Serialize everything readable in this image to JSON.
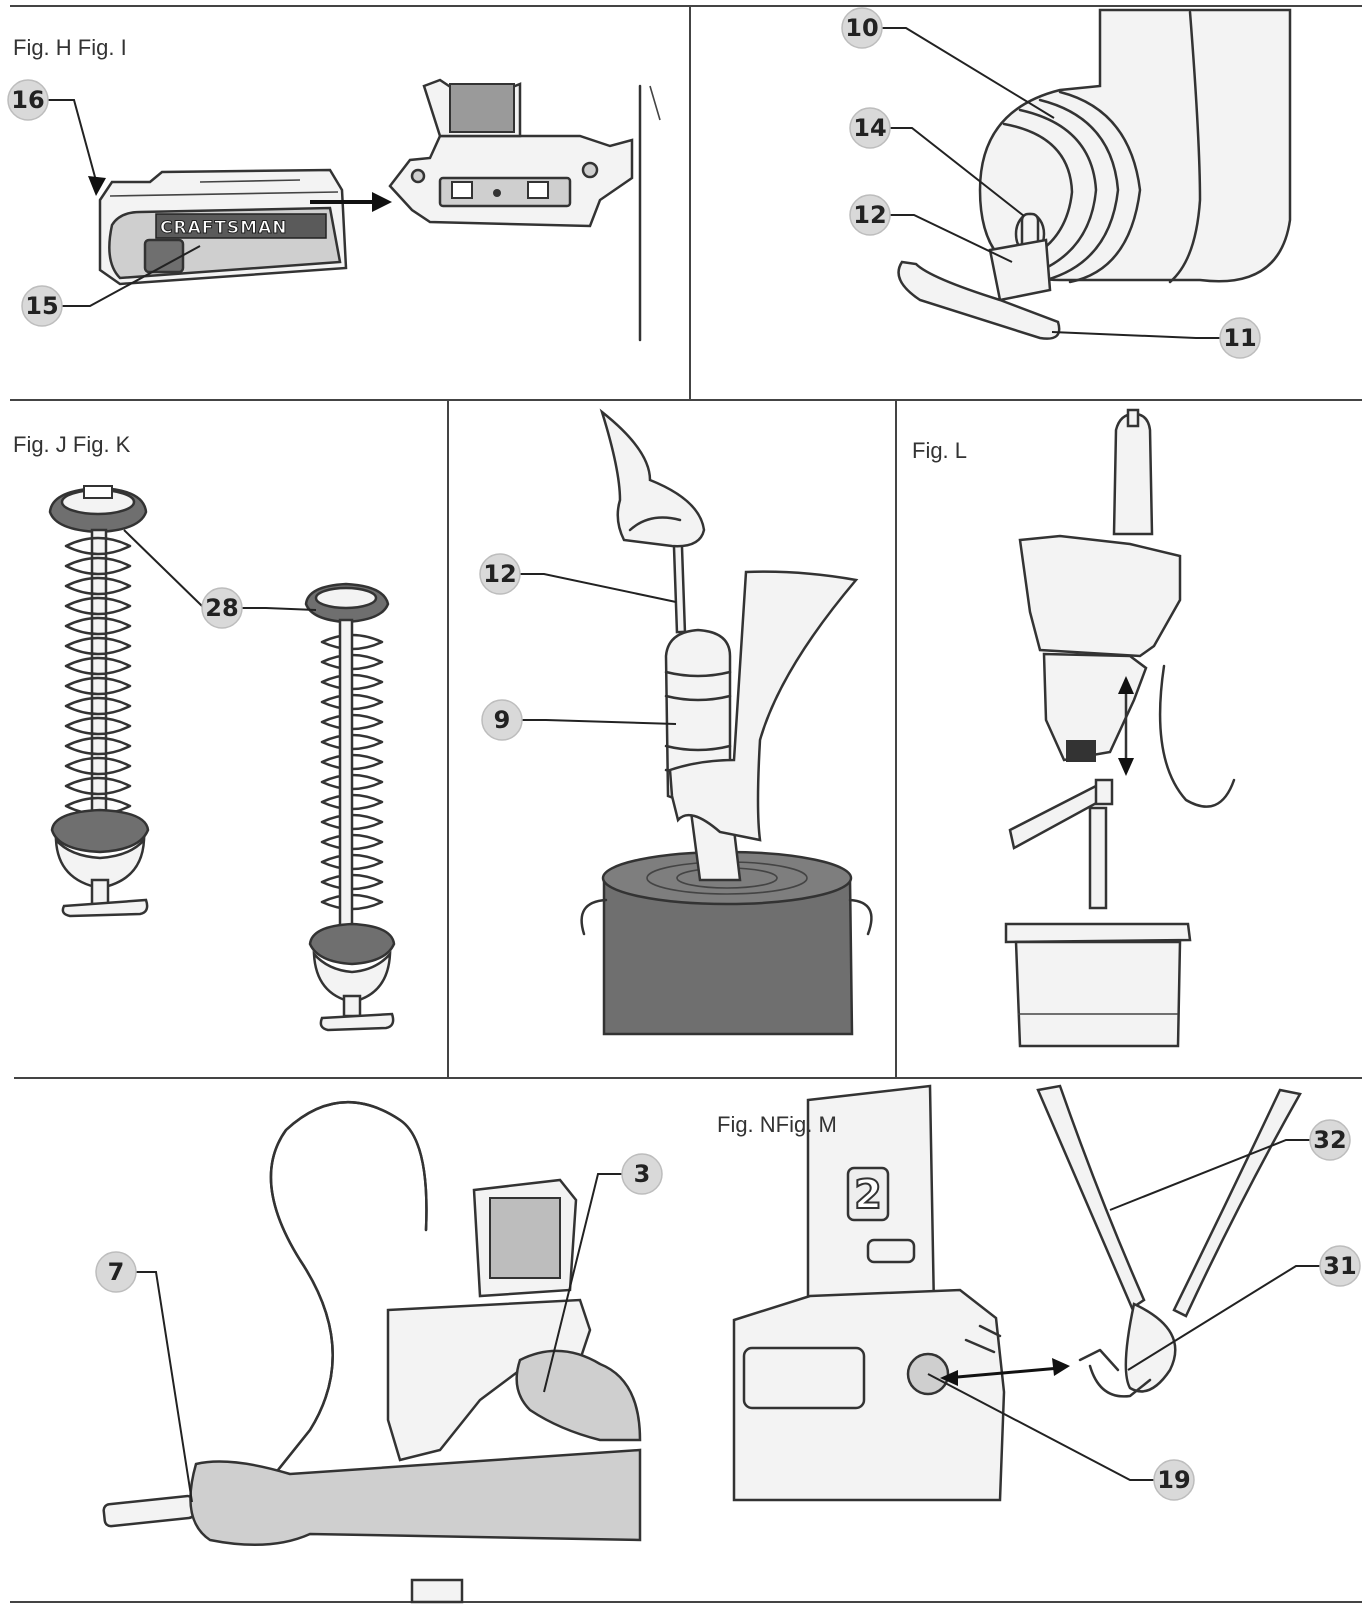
{
  "panels": {
    "h_i": {
      "label": "Fig. H Fig. I",
      "brand": "CRAFTSMAN"
    },
    "j_k": {
      "label": "Fig. J Fig. K"
    },
    "l": {
      "label": "Fig. L"
    },
    "n_m": {
      "label": "Fig. NFig. M",
      "housing_number": "2"
    }
  },
  "callouts": [
    {
      "id": "16",
      "text": "16"
    },
    {
      "id": "15",
      "text": "15"
    },
    {
      "id": "10",
      "text": "10"
    },
    {
      "id": "14",
      "text": "14"
    },
    {
      "id": "12a",
      "text": "12"
    },
    {
      "id": "11",
      "text": "11"
    },
    {
      "id": "28",
      "text": "28"
    },
    {
      "id": "12b",
      "text": "12"
    },
    {
      "id": "9",
      "text": "9"
    },
    {
      "id": "3",
      "text": "3"
    },
    {
      "id": "7",
      "text": "7"
    },
    {
      "id": "32",
      "text": "32"
    },
    {
      "id": "31",
      "text": "31"
    },
    {
      "id": "19",
      "text": "19"
    }
  ],
  "colors": {
    "line": "#333333",
    "bubble": "#d9d9d9",
    "drum": "#6f6f6f",
    "glove": "#cfcfcf"
  }
}
